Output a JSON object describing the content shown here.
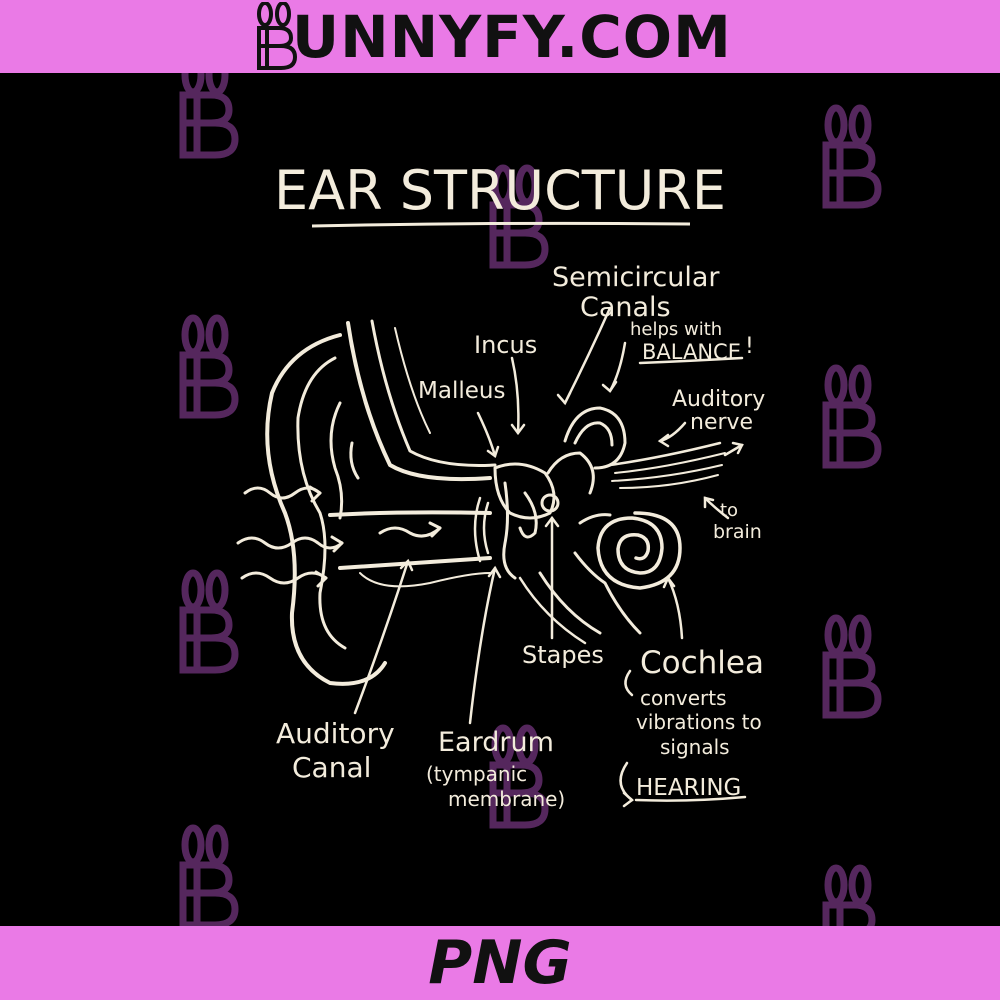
{
  "header": {
    "brand_text": "UNNYFY.COM",
    "logo_icon": "bunny-b-logo"
  },
  "footer": {
    "format_badge": "PNG"
  },
  "diagram": {
    "title": "EAR STRUCTURE",
    "labels": {
      "semicircular_line1": "Semicircular",
      "semicircular_line2": "Canals",
      "balance_note_line1": "helps with",
      "balance_note_line2": "BALANCE",
      "balance_exclaim": "!",
      "incus": "Incus",
      "malleus": "Malleus",
      "auditory_nerve_line1": "Auditory",
      "auditory_nerve_line2": "nerve",
      "to_brain_line1": "to",
      "to_brain_line2": "brain",
      "stapes": "Stapes",
      "cochlea": "Cochlea",
      "cochlea_note_line1": "converts",
      "cochlea_note_line2": "vibrations to",
      "cochlea_note_line3": "signals",
      "hearing": "HEARING",
      "auditory_canal_line1": "Auditory",
      "auditory_canal_line2": "Canal",
      "eardrum": "Eardrum",
      "eardrum_note_line1": "(tympanic",
      "eardrum_note_line2": "membrane)"
    }
  },
  "colors": {
    "banner": "#ea7ae6",
    "background": "#000000",
    "chalk": "#f3ecdc",
    "watermark": "#5a2a63"
  }
}
